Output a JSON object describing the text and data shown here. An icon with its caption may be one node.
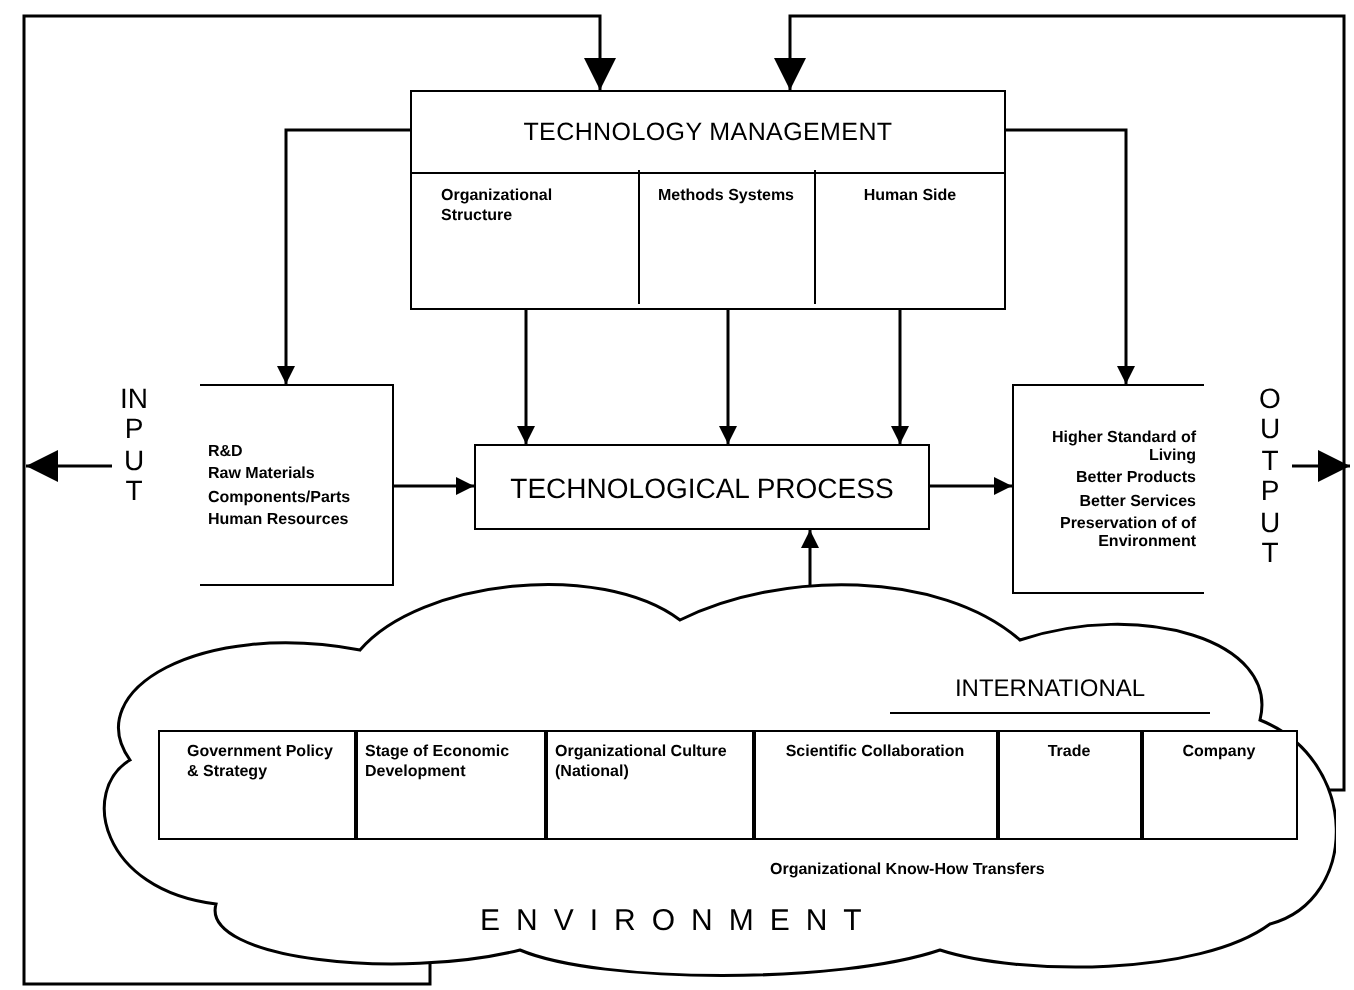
{
  "diagram": {
    "nodes": [
      {
        "text": [
          "TECHNOLOGY MANAGEMENT"
        ]
      },
      {
        "text": [
          "Organizational Structure"
        ],
        "in": 0
      },
      {
        "text": [
          "Methods Systems"
        ],
        "in": 0
      },
      {
        "text": [
          "Human Side"
        ],
        "in": 0
      },
      {
        "text": [
          "INPUT",
          "R&D",
          "Raw Materials",
          "Components/Parts",
          "Human Resources"
        ]
      },
      {
        "text": [
          "TECHNOLOGICAL PROCESS"
        ]
      },
      {
        "text": [
          "OUTPUT",
          "Higher Standard of Living",
          "Better Products",
          "Better Services",
          "Preservation of of Environment"
        ]
      },
      {
        "text": [
          "Organizational Know-How Transfers",
          "ENVIRONMENT"
        ]
      },
      {
        "text": [
          "INTERNATIONAL"
        ],
        "in": 7
      },
      {
        "text": [
          "Government Policy & Strategy"
        ],
        "in": 7
      },
      {
        "text": [
          "Stage of Economic Development"
        ],
        "in": 7
      },
      {
        "text": [
          "Organizational Culture (National)"
        ],
        "in": 7
      },
      {
        "text": [
          "Scientific Collaboration"
        ],
        "in": 7
      },
      {
        "text": [
          "Trade"
        ],
        "in": 7
      },
      {
        "text": [
          "Company"
        ],
        "in": 7
      }
    ],
    "edges": [
      {
        "from": 0,
        "to": 4,
        "arrow": "to"
      },
      {
        "from": 0,
        "to": 6,
        "arrow": "to"
      },
      {
        "from": 1,
        "to": 5,
        "arrow": "to"
      },
      {
        "from": 2,
        "to": 5,
        "arrow": "to"
      },
      {
        "from": 3,
        "to": 5,
        "arrow": "to"
      },
      {
        "from": 4,
        "to": 5,
        "arrow": "to"
      },
      {
        "from": 5,
        "to": 6,
        "arrow": "to"
      },
      {
        "from": 4,
        "to": null,
        "arrow": "to"
      },
      {
        "from": 6,
        "to": null,
        "arrow": "to"
      },
      {
        "from": 8,
        "to": 5,
        "arrow": "to"
      },
      {
        "from": 10,
        "to": 0,
        "arrow": "to"
      },
      {
        "from": 14,
        "to": 0,
        "arrow": "to"
      }
    ]
  }
}
